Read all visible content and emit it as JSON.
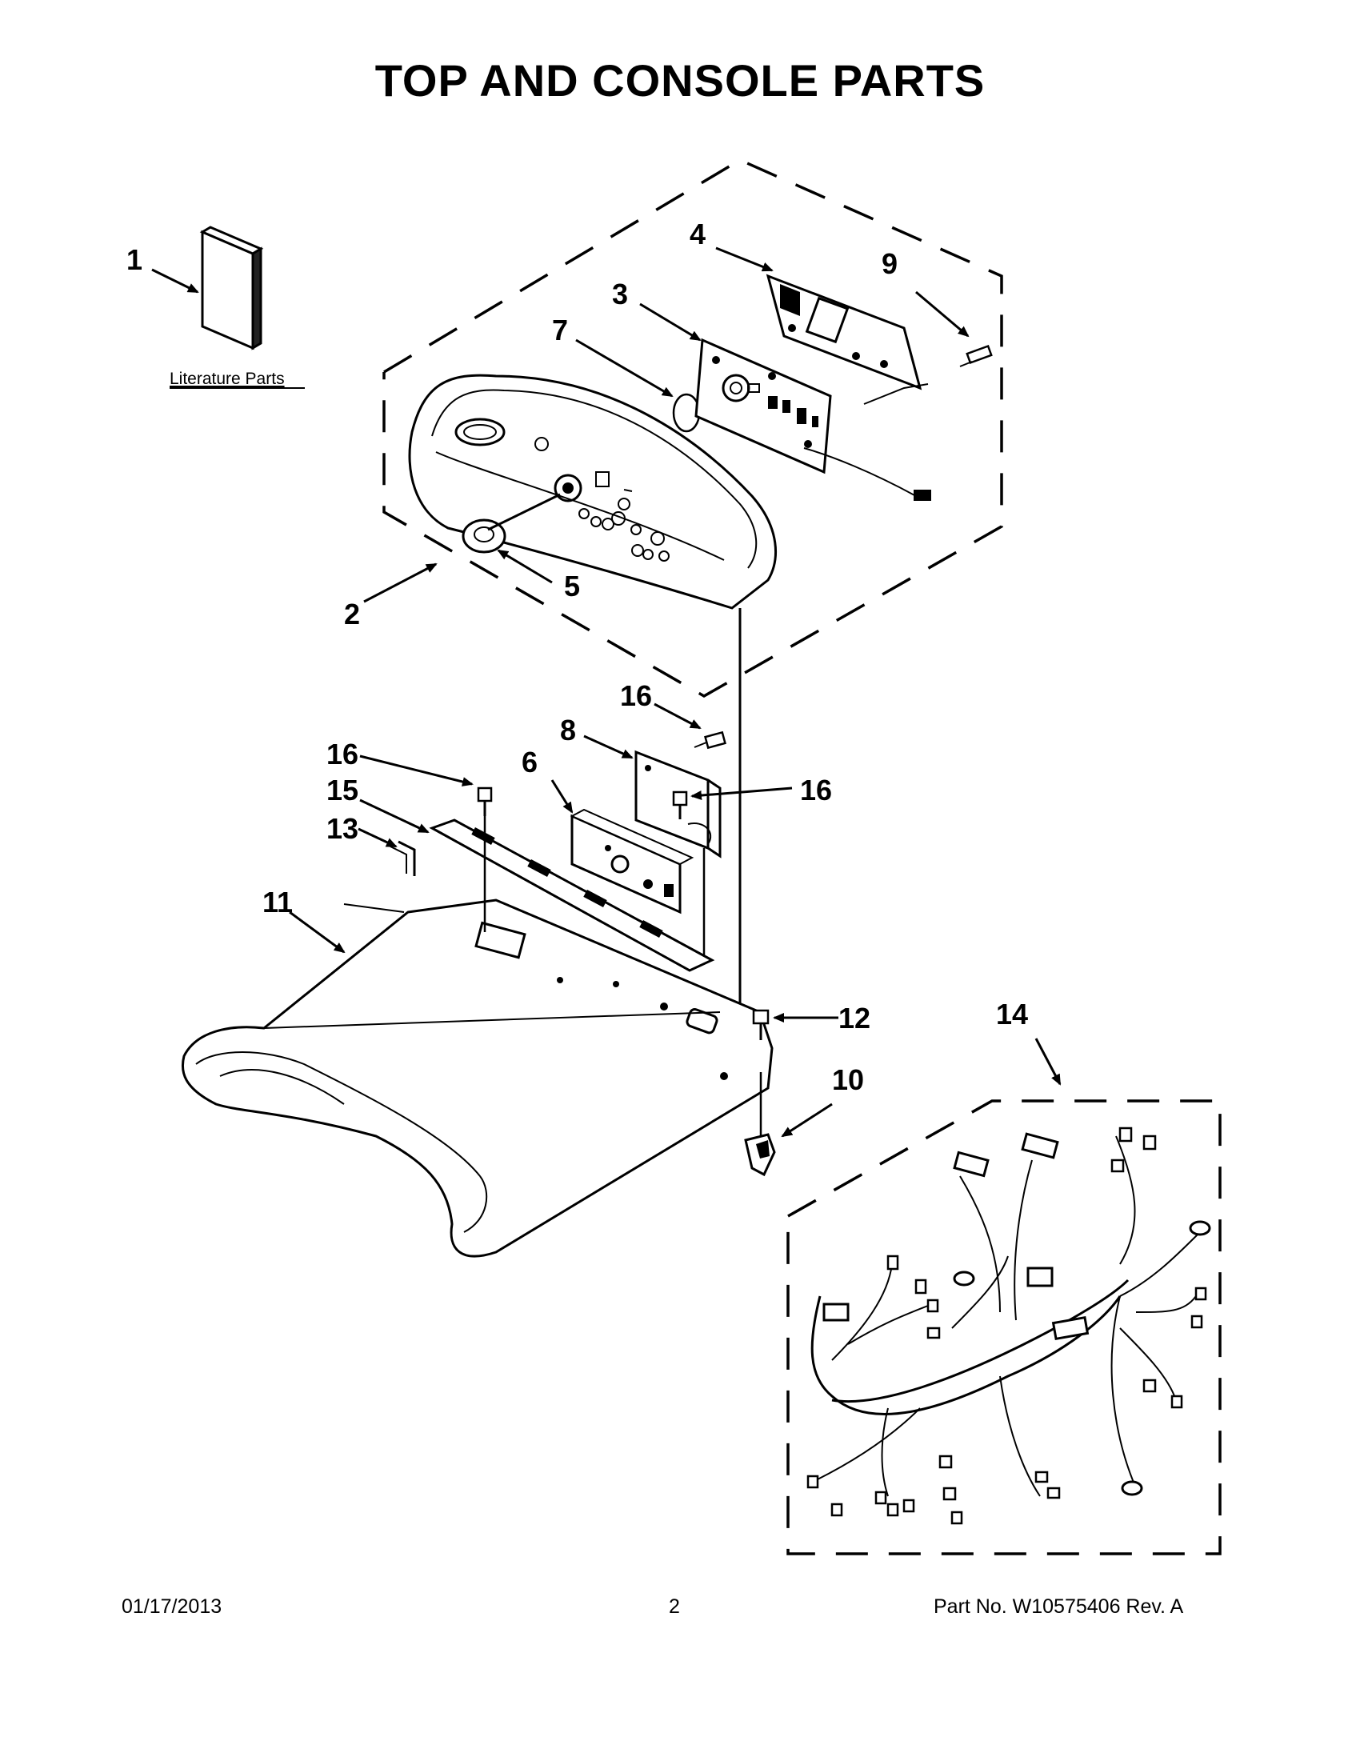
{
  "page": {
    "title": "TOP AND CONSOLE PARTS"
  },
  "literature": {
    "label": "Literature Parts"
  },
  "callouts": {
    "c1": "1",
    "c2": "2",
    "c3": "3",
    "c4": "4",
    "c5": "5",
    "c6": "6",
    "c7": "7",
    "c8": "8",
    "c9": "9",
    "c10": "10",
    "c11": "11",
    "c12": "12",
    "c13": "13",
    "c14": "14",
    "c15": "15",
    "c16a": "16",
    "c16b": "16",
    "c16c": "16"
  },
  "footer": {
    "date": "01/17/2013",
    "page_number": "2",
    "part_no": "Part No.  W10575406  Rev.  A"
  }
}
